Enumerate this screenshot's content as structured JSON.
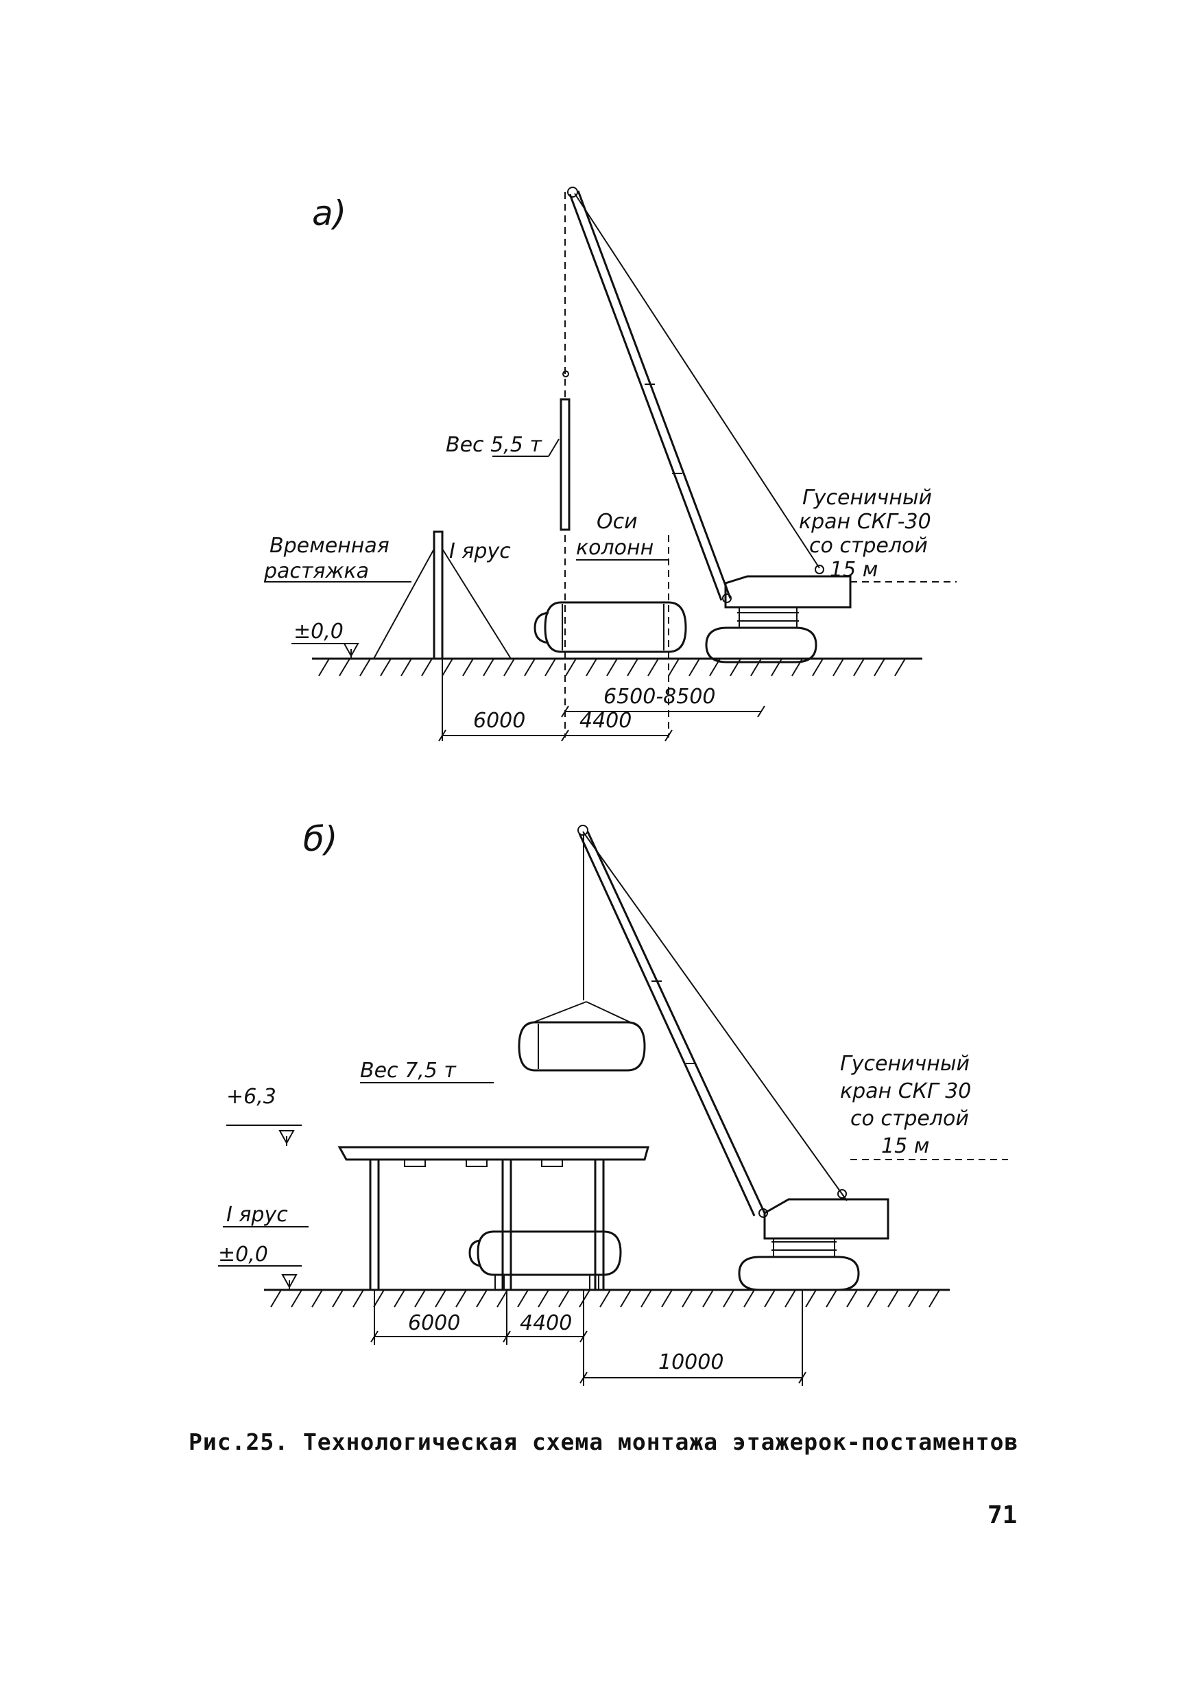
{
  "figure_a": {
    "panel_label": "а)",
    "weight": "Вес 5,5 т",
    "tier": "I ярус",
    "temp_brace_line1": "Временная",
    "temp_brace_line2": "растяжка",
    "level_zero": "±0,0",
    "column_axes_line1": "Оси",
    "column_axes_line2": "колонн",
    "crane_line1": "Гусеничный",
    "crane_line2": "кран СКГ-30",
    "crane_line3": "со стрелой",
    "crane_line4": "15 м",
    "dim_6000": "6000",
    "dim_4400": "4400",
    "dim_range": "6500-8500"
  },
  "figure_b": {
    "panel_label": "б)",
    "weight": "Вес 7,5 т",
    "level_top": "+6,3",
    "tier": "I ярус",
    "level_zero": "±0,0",
    "crane_line1": "Гусеничный",
    "crane_line2": "кран СКГ 30",
    "crane_line3": "со стрелой",
    "crane_line4": "15 м",
    "dim_6000": "6000",
    "dim_4400": "4400",
    "dim_10000": "10000"
  },
  "caption": "Рис.25. Технологическая схема монтажа этажерок-постаментов",
  "page_number": "71"
}
